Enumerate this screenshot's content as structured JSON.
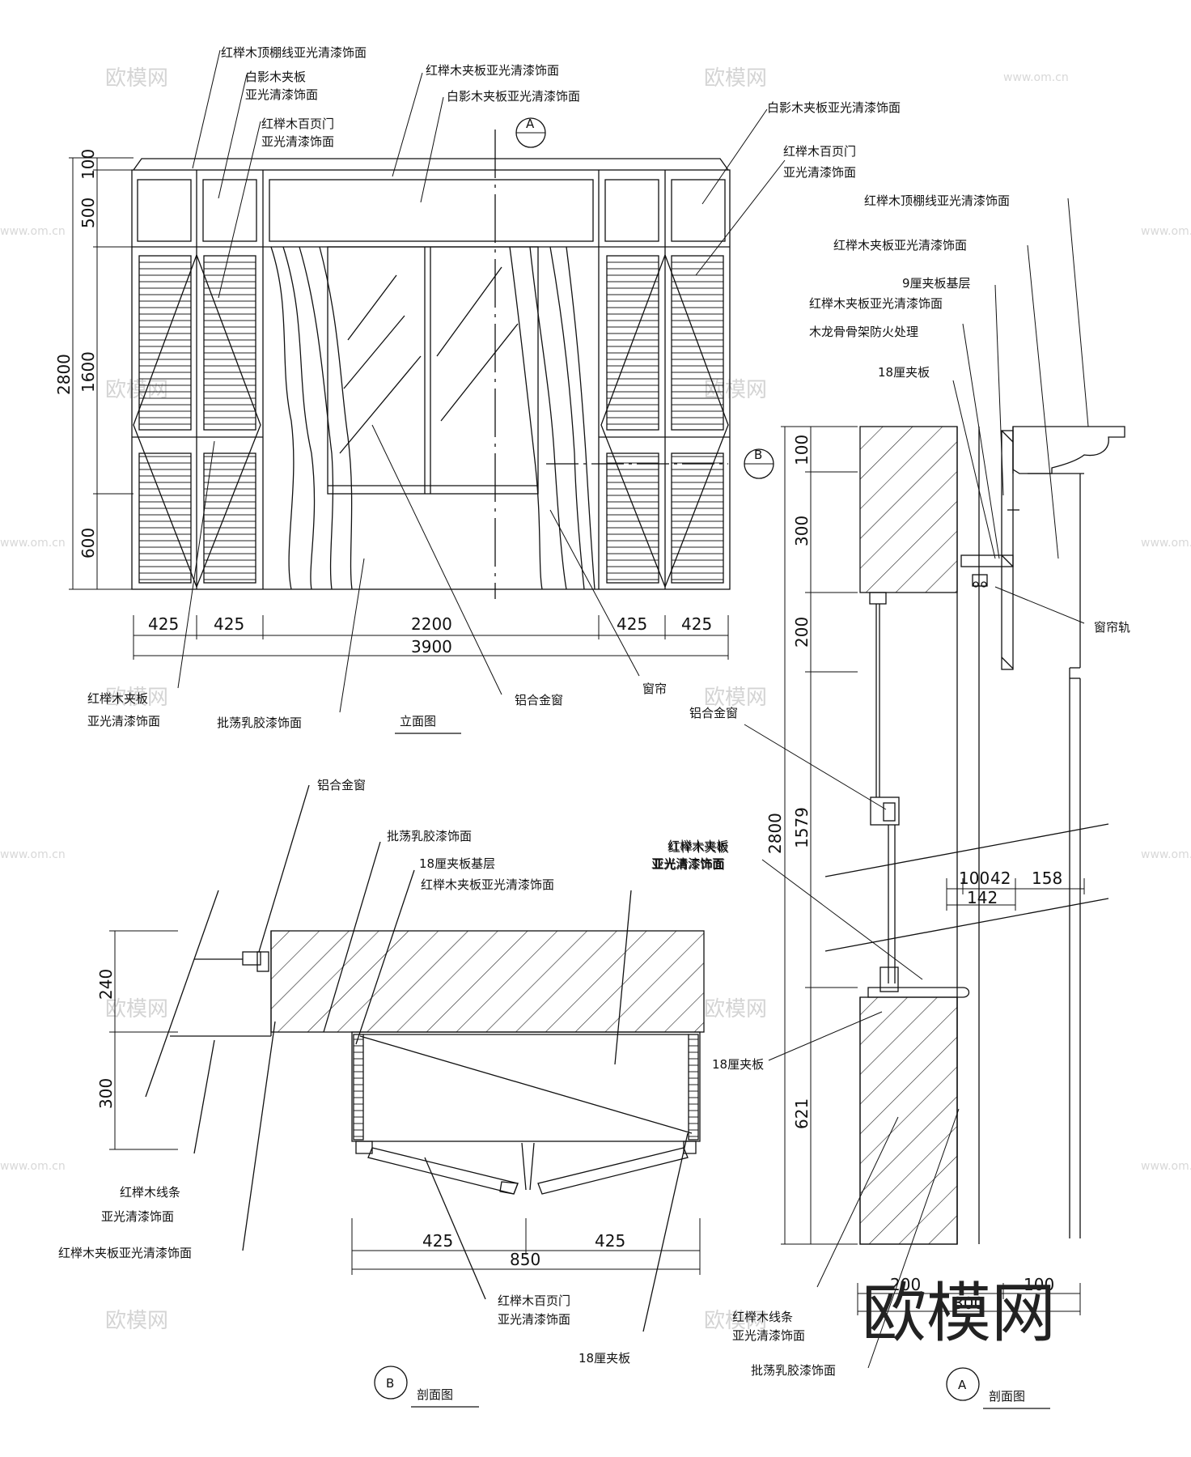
{
  "elevation": {
    "title": "立面图",
    "labels": {
      "cornice_top": "红榉木顶棚线亚光清漆饰面",
      "white_shadow_veneer_1": "白影木夹板",
      "white_shadow_veneer_2": "亚光清漆饰面",
      "louver_door_1": "红榉木百页门",
      "louver_door_2": "亚光清漆饰面",
      "red_beech_veneer_top": "红榉木夹板亚光清漆饰面",
      "white_shadow_veneer_top": "白影木夹板亚光清漆饰面",
      "white_shadow_veneer_right": "白影木夹板亚光清漆饰面",
      "louver_door_right_1": "红榉木百页门",
      "louver_door_right_2": "亚光清漆饰面",
      "red_beech_veneer_bottom_1": "红榉木夹板",
      "red_beech_veneer_bottom_2": "亚光清漆饰面",
      "latex_paint": "批荡乳胶漆饰面",
      "aluminum_window": "铝合金窗",
      "curtain": "窗帘"
    },
    "dims_horizontal": [
      "425",
      "425",
      "2200",
      "425",
      "425"
    ],
    "dim_total": "3900",
    "dims_vertical": [
      "100",
      "500",
      "1600",
      "600"
    ],
    "dim_vertical_total": "2800",
    "markers": {
      "a": "A",
      "b": "B"
    }
  },
  "section_a": {
    "title": "剖面图",
    "marker": "A",
    "labels": {
      "cornice": "红榉木顶棚线亚光清漆饰面",
      "veneer": "红榉木夹板亚光清漆饰面",
      "base_9mm": "9厘夹板基层",
      "veneer2": "红榉木夹板亚光清漆饰面",
      "keel": "木龙骨骨架防火处理",
      "board18": "18厘夹板",
      "curtain_rail": "窗帘轨",
      "aluminum_window": "铝合金窗",
      "veneer3_1": "红榉木夹板",
      "veneer3_2": "亚光清漆饰面",
      "board18_b": "18厘夹板",
      "strip_1": "红榉木线条",
      "strip_2": "亚光清漆饰面",
      "latex": "批荡乳胶漆饰面"
    },
    "dims_vertical": [
      "100",
      "300",
      "200",
      "1579",
      "621"
    ],
    "dim_vertical_total": "2800",
    "dims_horizontal": [
      "100",
      "42",
      "158"
    ],
    "dim_sub": "142",
    "dims_bottom": [
      "200",
      "100"
    ],
    "dim_bottom_total": "300"
  },
  "section_b": {
    "title": "剖面图",
    "marker": "B",
    "labels": {
      "aluminum_window": "铝合金窗",
      "latex": "批荡乳胶漆饰面",
      "base_18": "18厘夹板基层",
      "veneer": "红榉木夹板亚光清漆饰面",
      "veneer_right_1": "红榉木夹板",
      "veneer_right_2": "亚光清漆饰面",
      "strip_1": "红榉木线条",
      "strip_2": "亚光清漆饰面",
      "veneer_bottom": "红榉木夹板亚光清漆饰面",
      "louver_1": "红榉木百页门",
      "louver_2": "亚光清漆饰面",
      "board18": "18厘夹板"
    },
    "dims_vertical": [
      "240",
      "300"
    ],
    "dims_horizontal": [
      "425",
      "425"
    ],
    "dim_total": "850"
  },
  "watermark": {
    "text": "欧模网",
    "url": "www.om.cn",
    "big": "欧模网"
  }
}
